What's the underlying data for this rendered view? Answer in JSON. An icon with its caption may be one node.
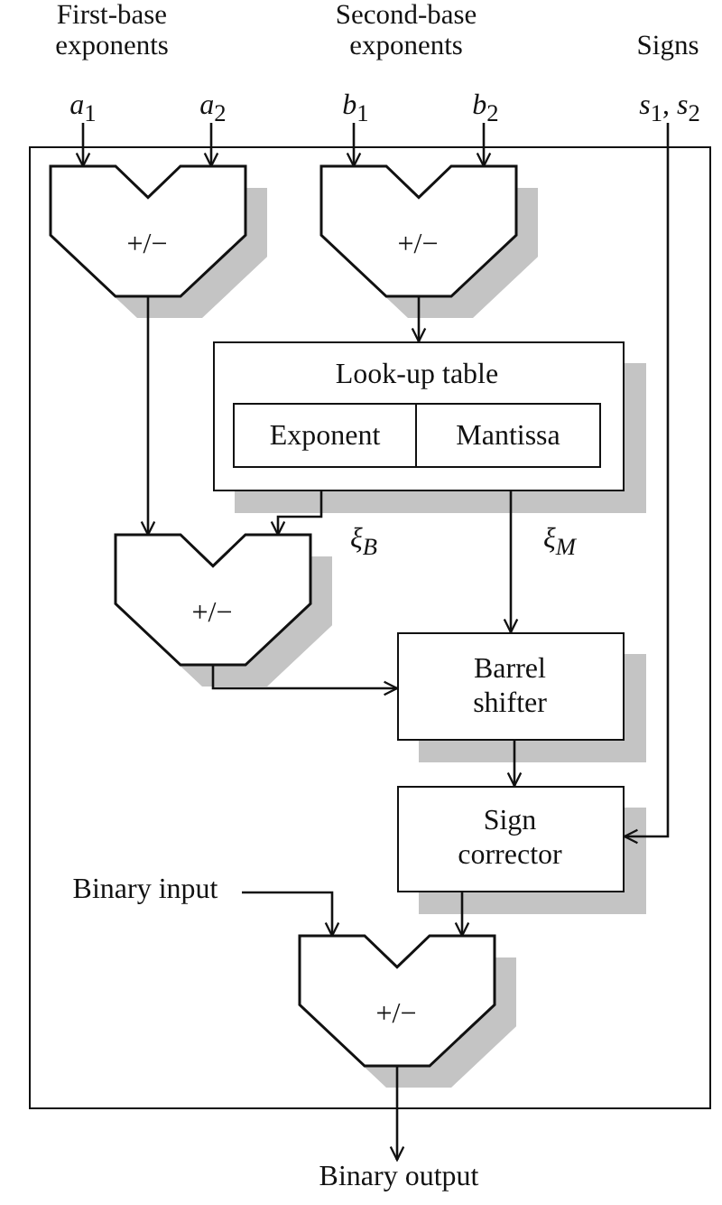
{
  "diagram": {
    "nodes": [
      {
        "text": [],
        "shape": "box"
      },
      {
        "text": [
          "+/−"
        ],
        "in": 0
      },
      {
        "text": [
          "+/−"
        ],
        "in": 0
      },
      {
        "text": [
          "Look-up table"
        ],
        "in": 0
      },
      {
        "text": [
          "Exponent"
        ],
        "in": 3
      },
      {
        "text": [
          "Mantissa"
        ],
        "in": 3
      },
      {
        "text": [
          "+/−"
        ],
        "in": 0
      },
      {
        "text": [
          "Barrel shifter"
        ],
        "in": 0
      },
      {
        "text": [
          "Sign corrector"
        ],
        "in": 0
      },
      {
        "text": [
          "+/−"
        ],
        "in": 0
      },
      {
        "text": [
          "*a*$_{1}$"
        ]
      },
      {
        "text": [
          "*a*$_{2}$"
        ]
      },
      {
        "text": [
          "*b*$_{1}$"
        ]
      },
      {
        "text": [
          "*b*$_{2}$"
        ]
      },
      {
        "text": [
          "*s*$_{1}$, *s*$_{2}$"
        ]
      },
      {
        "text": [
          "Binary input"
        ],
        "in": 0
      },
      {
        "text": [
          "Binary output"
        ]
      }
    ],
    "edges": [
      {
        "from": 10,
        "to": 1,
        "arrow": "to"
      },
      {
        "from": 11,
        "to": 1,
        "arrow": "to"
      },
      {
        "from": 12,
        "to": 2,
        "arrow": "to"
      },
      {
        "from": 13,
        "to": 2,
        "arrow": "to"
      },
      {
        "from": 1,
        "to": 6,
        "arrow": "to"
      },
      {
        "from": 2,
        "to": 3,
        "arrow": "to"
      },
      {
        "from": 4,
        "to": 6,
        "arrow": "to",
        "label": "ξ$_{B}$"
      },
      {
        "from": 5,
        "to": 7,
        "arrow": "to",
        "label": "ξ$_{M}$"
      },
      {
        "from": 6,
        "to": 7,
        "arrow": "to"
      },
      {
        "from": 7,
        "to": 8,
        "arrow": "to"
      },
      {
        "from": 14,
        "to": 8,
        "arrow": "to"
      },
      {
        "from": 15,
        "to": 9,
        "arrow": "to"
      },
      {
        "from": 8,
        "to": 9,
        "arrow": "to"
      },
      {
        "from": 9,
        "to": 16,
        "arrow": "to"
      }
    ],
    "labels": [
      "First-base exponents",
      "Second-base exponents",
      "Signs"
    ]
  }
}
